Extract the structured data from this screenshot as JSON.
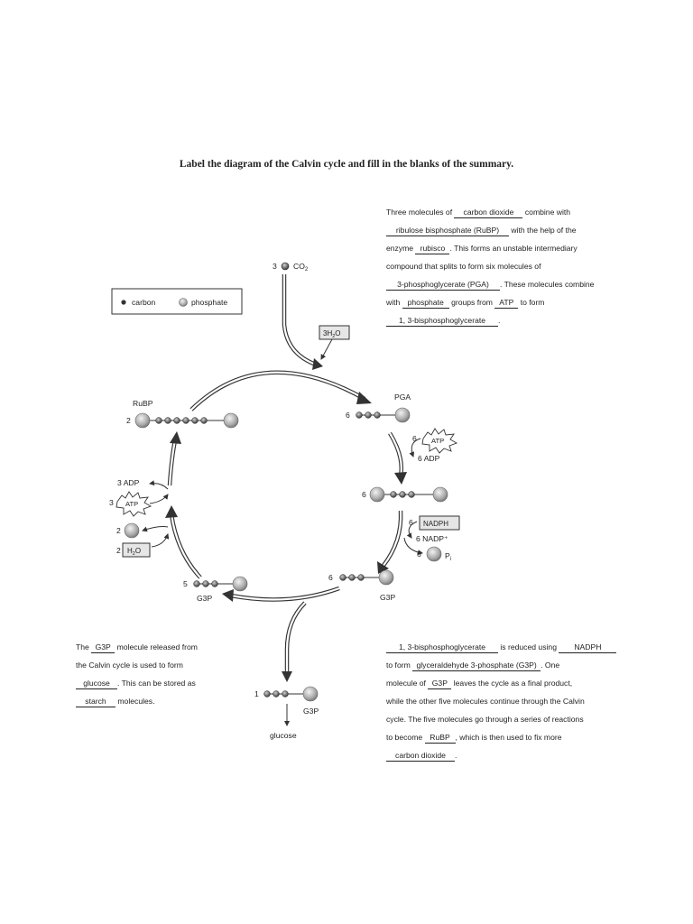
{
  "title": "Label the diagram of the Calvin cycle and fill in the blanks of the summary.",
  "summary1": {
    "t1": "Three molecules of",
    "b_co2": "carbon dioxide",
    "t2": "combine with",
    "b_rubp": "ribulose bisphosphate (RuBP)",
    "t3": "with the help of the",
    "t4": "enzyme",
    "b_rubisco": "rubisco",
    "t5": ". This forms an unstable intermediary",
    "t6": "compound that splits to form six molecules of",
    "b_pga": "3-phosphoglycerate (PGA)",
    "t7": ". These molecules combine",
    "t8": "with",
    "b_phosphate": "phosphate",
    "t9": "groups from",
    "b_atp": "ATP",
    "t10": "to form",
    "b_bpg": "1, 3-bisphosphoglycerate",
    "t11": "."
  },
  "summary2": {
    "b_bpg": "1, 3-bisphosphoglycerate",
    "t1": "is reduced using",
    "b_nadph": "NADPH",
    "t2": "to form",
    "b_g3p_full": "glyceraldehyde 3-phosphate (G3P)",
    "t3": ". One",
    "t4": "molecule of",
    "b_g3p": "G3P",
    "t5": "leaves the cycle as a final product,",
    "t6": "while the other five molecules continue through the Calvin",
    "t7": "cycle. The five molecules go through a series of reactions",
    "t8": "to become",
    "b_rubp": "RuBP",
    "t9": ", which is then used to fix more",
    "b_co2": "carbon dioxide",
    "t10": "."
  },
  "summary3": {
    "t1": "The",
    "b_g3p": "G3P",
    "t2": "molecule released from",
    "t3": "the Calvin cycle is used to form",
    "b_glucose": "glucose",
    "t4": ". This can be stored as",
    "b_starch": "starch",
    "t5": "molecules."
  },
  "diagram": {
    "legend_carbon": "carbon",
    "legend_phosphate": "phosphate",
    "co2_count": "3",
    "co2_label": "CO",
    "co2_sub": "2",
    "h2o_in_label": "3H",
    "h2o_in_sub": "2",
    "h2o_in_tail": "O",
    "pga_label": "PGA",
    "pga_count": "6",
    "atp_in_count": "6",
    "atp_label": "ATP",
    "adp_out": "6 ADP",
    "bpg_count": "6",
    "nadph_count": "6",
    "nadph_label": "NADPH",
    "nadp_out": "6  NADP⁺",
    "pi_count": "6",
    "pi_label": "P",
    "pi_sub": "i",
    "g3p6_count": "6",
    "g3p6_label": "G3P",
    "g3p5_count": "5",
    "g3p5_label": "G3P",
    "g3p1_count": "1",
    "g3p1_label": "G3P",
    "glucose_label": "glucose",
    "rubp_label": "RuBP",
    "rubp_count": "2",
    "adp_left": "3 ADP",
    "atp_left_count": "3",
    "atp_left_label": "ATP",
    "p_left_count": "2",
    "h2o_left_count": "2",
    "h2o_left_label": "H",
    "h2o_left_sub": "2",
    "h2o_left_tail": "O"
  }
}
